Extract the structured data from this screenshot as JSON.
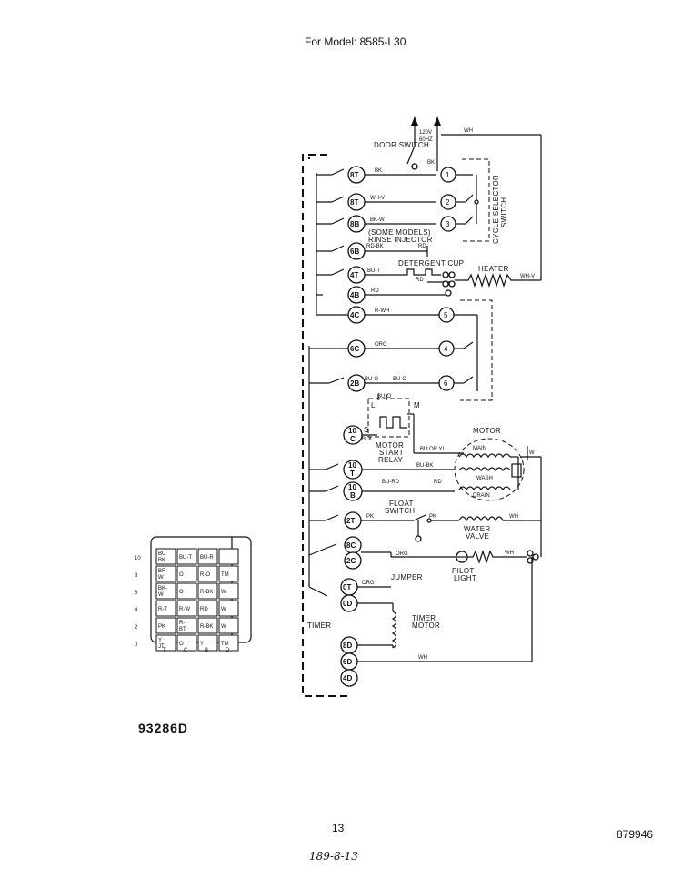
{
  "header": {
    "model": "For Model: 8585-L30"
  },
  "supply": {
    "line1": "120V",
    "line2": "60HZ",
    "wh": "WH"
  },
  "switches": {
    "door": "DOOR\nSWITCH",
    "cycle": "CYCLE SELECTOR\nSWITCH"
  },
  "terminals": {
    "t8T": "8T",
    "t8T2": "8T",
    "t8B": "8B",
    "t6B": "6B",
    "t4T": "4T",
    "t4B": "4B",
    "t4C": "4C",
    "t6C": "6C",
    "t2B": "2B",
    "t10C": "10\nC",
    "t10T": "10\nT",
    "t10B": "10\nB",
    "t2T": "2T",
    "t8C": "8C",
    "t2C": "2C",
    "t0T": "0T",
    "t0D": "0D",
    "t8D": "8D",
    "t6D": "6D",
    "t4D": "4D",
    "s1": "1",
    "s2": "2",
    "s3": "3",
    "s4": "4",
    "s5": "5",
    "s6": "6"
  },
  "wires": {
    "bk": "BK",
    "wh_v": "WH-V",
    "bk_w": "BK-W",
    "rd_bk": "RD-BK",
    "rd": "RD",
    "bu_t": "BU-T",
    "r_wh": "R-WH",
    "org": "ORG",
    "bu_o": "BU-O",
    "bu_o2": "BU-O",
    "bu_o3": "BU-O",
    "bu_or_yl": "BU OR YL",
    "bk2": "BK",
    "bu_bk": "BU-BK",
    "bu_rd": "BU-RD",
    "rd2": "RD",
    "pk": "PK",
    "pk2": "PK",
    "wh2": "WH",
    "org2": "ORG",
    "wh3": "WH",
    "wh4": "WH",
    "bk3": "BK",
    "w": "W"
  },
  "components": {
    "rinse": "(SOME MODELS)\nRINSE INJECTOR",
    "detergent": "DETERGENT CUP",
    "heater": "HEATER",
    "motor": "MOTOR",
    "relay": "MOTOR\nSTART\nRELAY",
    "main": "MAIN",
    "wash": "WASH",
    "drain": "DRAIN",
    "relay_l": "L",
    "relay_m": "M",
    "relay_s": "S",
    "float": "FLOAT\nSWITCH",
    "valve": "WATER\nVALVE",
    "pilot": "PILOT\nLIGHT",
    "jumper": "JUMPER",
    "timer": "TIMER",
    "timer_motor": "TIMER\nMOTOR"
  },
  "timer_grid": {
    "row_labels": [
      "10",
      "8",
      "6",
      "4",
      "2",
      "0"
    ],
    "col_labels": [
      "T",
      "C",
      "B",
      "D"
    ],
    "cells": [
      [
        "BU\nBK",
        "BU-T",
        "BU-R",
        ""
      ],
      [
        "BR-\nW",
        "O",
        "R-O",
        "TM"
      ],
      [
        "BK-\nW",
        "O",
        "R-BK",
        "W"
      ],
      [
        "R-T",
        "R-W",
        "RD",
        "W"
      ],
      [
        "PK",
        "R-\nBT",
        "R-BK",
        "W"
      ],
      [
        "Y\nJT",
        "O",
        "Y",
        "TM"
      ]
    ]
  },
  "footer": {
    "part_number": "93286D",
    "page": "13",
    "doc_id": "879946",
    "handwritten": "189-8-13"
  }
}
